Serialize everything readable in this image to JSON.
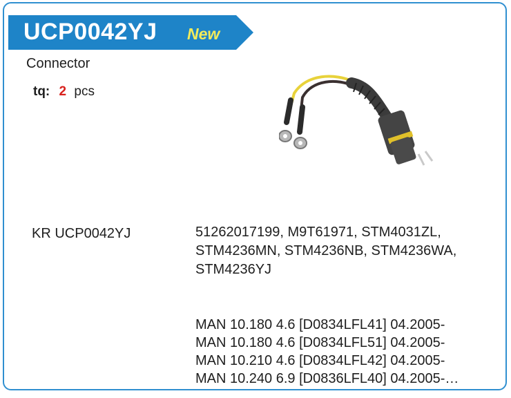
{
  "product": {
    "code": "UCP0042YJ",
    "badge": "New",
    "description": "Connector",
    "quantity_label": "tq:",
    "quantity_value": "2",
    "quantity_unit": "pcs",
    "kr_code": "KR UCP0042YJ",
    "cross_references": "51262017199, M9T61971, STM4031ZL, STM4236MN, STM4236NB, STM4236WA, STM4236YJ",
    "applications": [
      "MAN 10.180 4.6 [D0834LFL41] 04.2005-",
      "MAN 10.180 4.6 [D0834LFL51] 04.2005-",
      "MAN 10.210 4.6 [D0834LFL42] 04.2005-",
      "MAN 10.240 6.9 [D0836LFL40] 04.2005-…"
    ]
  },
  "colors": {
    "banner_blue": "#1e84c8",
    "border_blue": "#2f8fd0",
    "badge_yellow": "#f4ec5a",
    "quantity_red": "#d8201c"
  }
}
